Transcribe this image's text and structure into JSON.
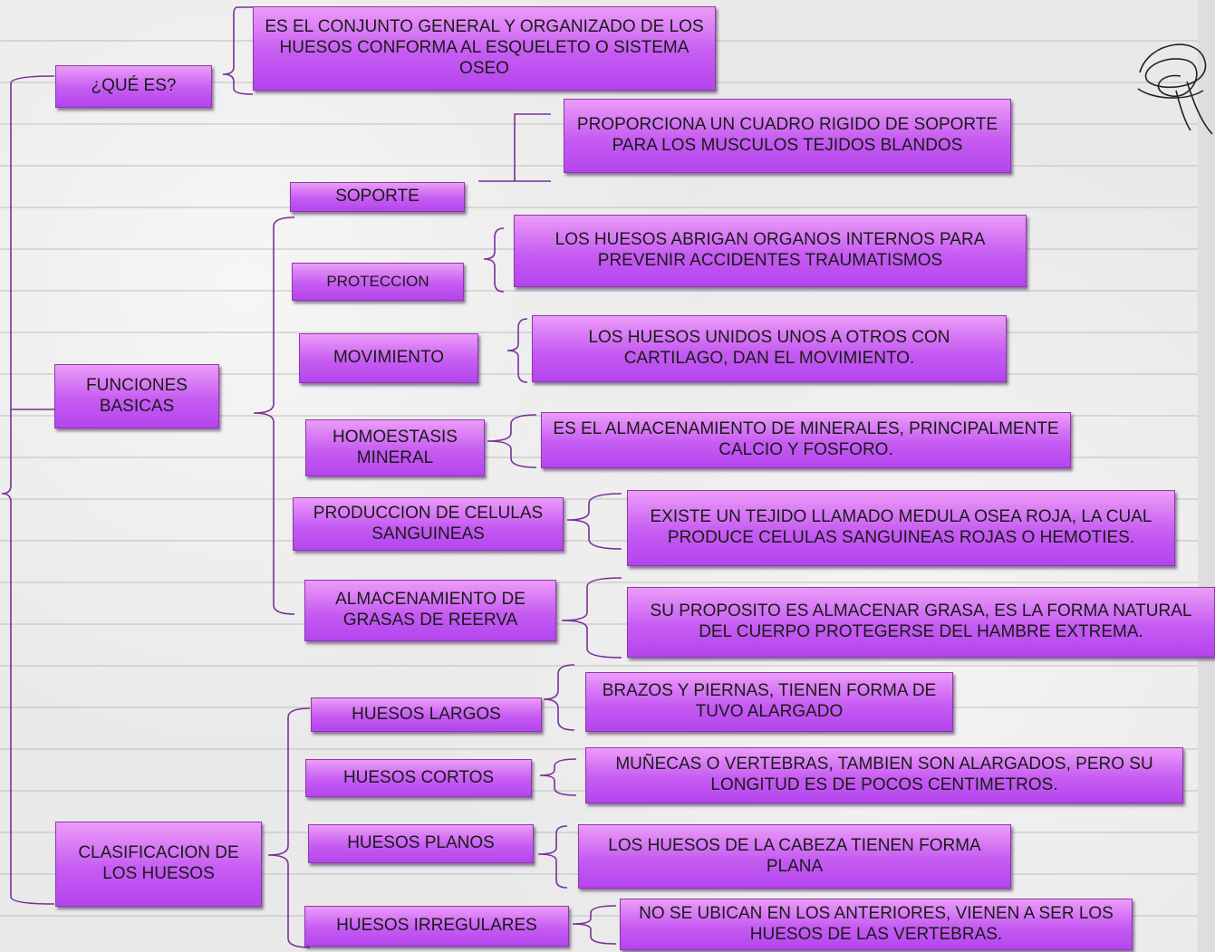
{
  "categories": {
    "que_es": "¿QUÉ ES?",
    "funciones": "FUNCIONES BASICAS",
    "clasificacion": "CLASIFICACION DE LOS HUESOS"
  },
  "definicion": "ES EL CONJUNTO GENERAL Y ORGANIZADO DE LOS HUESOS CONFORMA AL ESQUELETO O SISTEMA OSEO",
  "funciones": [
    {
      "label": "SOPORTE",
      "desc": "PROPORCIONA UN CUADRO RIGIDO DE SOPORTE PARA LOS MUSCULOS TEJIDOS BLANDOS"
    },
    {
      "label": "PROTECCION",
      "desc": "LOS HUESOS ABRIGAN ORGANOS INTERNOS PARA PREVENIR ACCIDENTES TRAUMATISMOS"
    },
    {
      "label": "MOVIMIENTO",
      "desc": "LOS HUESOS UNIDOS UNOS A OTROS CON CARTILAGO, DAN EL MOVIMIENTO."
    },
    {
      "label": "HOMOESTASIS MINERAL",
      "desc": "ES EL ALMACENAMIENTO DE MINERALES, PRINCIPALMENTE CALCIO Y FOSFORO."
    },
    {
      "label": "PRODUCCION DE CELULAS SANGUINEAS",
      "desc": "EXISTE UN TEJIDO LLAMADO MEDULA OSEA ROJA, LA CUAL PRODUCE CELULAS SANGUINEAS ROJAS O HEMOTIES."
    },
    {
      "label": "ALMACENAMIENTO DE GRASAS DE REERVA",
      "desc": "SU PROPOSITO ES ALMACENAR GRASA, ES LA FORMA NATURAL DEL CUERPO PROTEGERSE DEL HAMBRE EXTREMA."
    }
  ],
  "clasificacion": [
    {
      "label": "HUESOS LARGOS",
      "desc": "BRAZOS Y PIERNAS, TIENEN FORMA DE TUVO ALARGADO"
    },
    {
      "label": "HUESOS CORTOS",
      "desc": "MUÑECAS O VERTEBRAS, TAMBIEN SON ALARGADOS, PERO SU LONGITUD ES DE POCOS CENTIMETROS."
    },
    {
      "label": "HUESOS PLANOS",
      "desc": "LOS HUESOS DE LA CABEZA TIENEN FORMA PLANA"
    },
    {
      "label": "HUESOS IRREGULARES",
      "desc": "NO SE UBICAN EN LOS ANTERIORES, VIENEN A SER LOS HUESOS DE LAS VERTEBRAS."
    }
  ],
  "colors": {
    "box_fill": "#c65cf2",
    "connector": "#7a2f9a"
  },
  "icons": {
    "corner_doodle": "scribble-icon"
  }
}
